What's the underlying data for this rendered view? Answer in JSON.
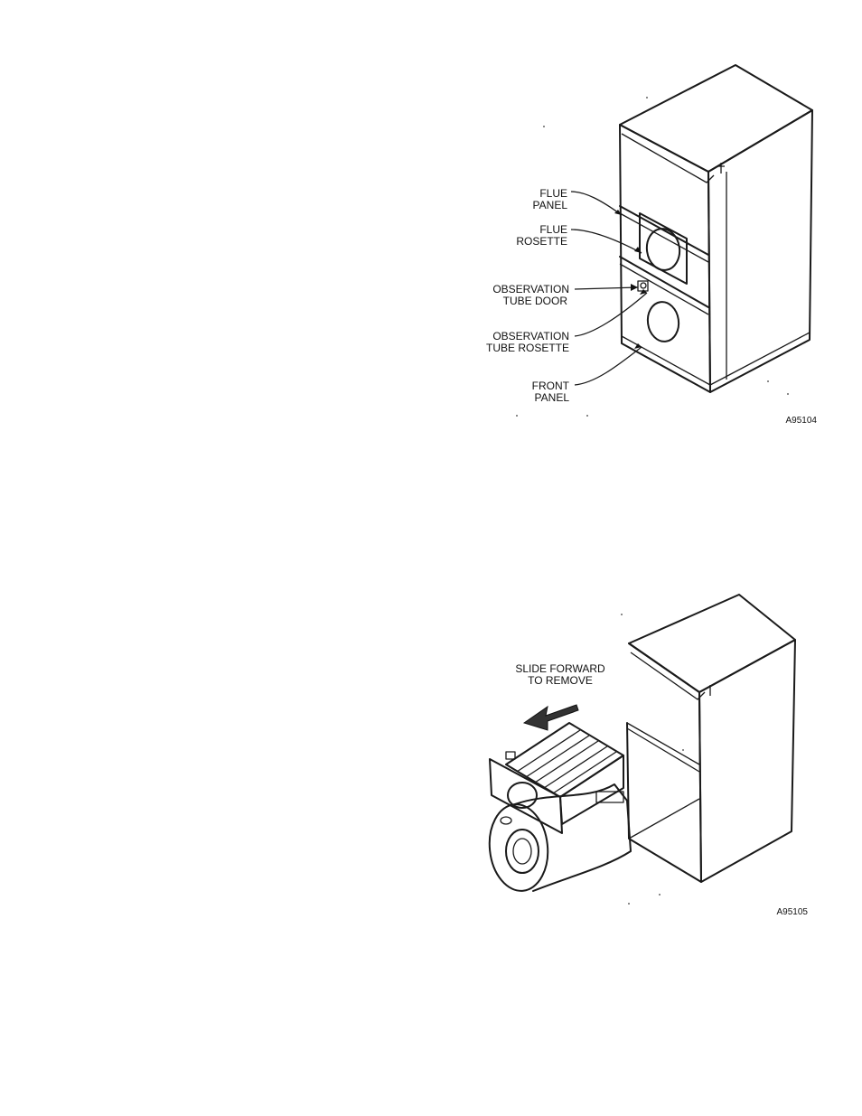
{
  "figure_top": {
    "labels": {
      "flue_panel_1": "FLUE",
      "flue_panel_2": "PANEL",
      "flue_rosette_1": "FLUE",
      "flue_rosette_2": "ROSETTE",
      "obs_door_1": "OBSERVATION",
      "obs_door_2": "TUBE DOOR",
      "obs_rosette_1": "OBSERVATION",
      "obs_rosette_2": "TUBE ROSETTE",
      "front_panel_1": "FRONT",
      "front_panel_2": "PANEL"
    },
    "code": "A95104"
  },
  "figure_bottom": {
    "labels": {
      "slide_1": "SLIDE FORWARD",
      "slide_2": "TO REMOVE"
    },
    "code": "A95105"
  }
}
